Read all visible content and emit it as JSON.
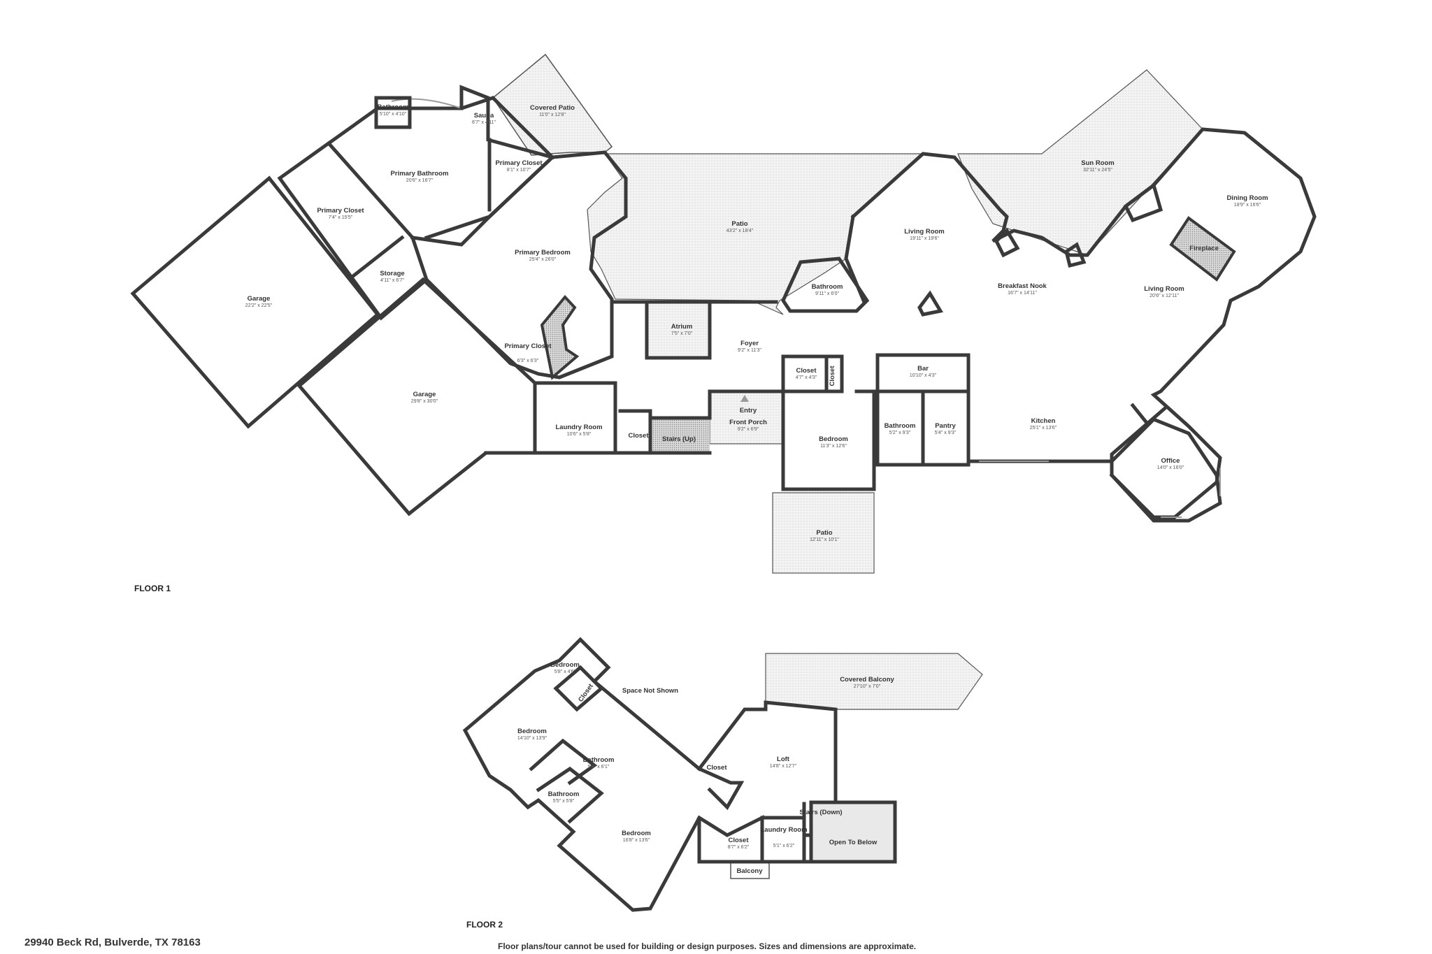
{
  "address": "29940 Beck Rd, Bulverde, TX 78163",
  "disclaimer": "Floor plans/tour cannot be used for building or design purposes. Sizes and dimensions are approximate.",
  "floors": [
    {
      "label": "FLOOR 1",
      "rooms": [
        {
          "name": "Bathroom",
          "dims": "5'10\" x 4'10\""
        },
        {
          "name": "Sauna",
          "dims": "6'7\" x 4'11\""
        },
        {
          "name": "Covered Patio",
          "dims": "11'0\" x 12'8\""
        },
        {
          "name": "Primary Closet",
          "dims": "8'1\" x 10'7\""
        },
        {
          "name": "Primary Bathroom",
          "dims": "20'6\" x 16'7\""
        },
        {
          "name": "Primary Closet",
          "dims": "7'4\" x 15'5\""
        },
        {
          "name": "Storage",
          "dims": "4'11\" x 6'7\""
        },
        {
          "name": "Garage",
          "dims": "22'2\" x 22'5\""
        },
        {
          "name": "Primary Bedroom",
          "dims": "25'4\" x 26'0\""
        },
        {
          "name": "Primary Closet",
          "dims": "6'3\" x 6'3\""
        },
        {
          "name": "Garage",
          "dims": "29'8\" x 30'0\""
        },
        {
          "name": "Patio",
          "dims": "43'2\" x 18'4\""
        },
        {
          "name": "Atrium",
          "dims": "7'5\" x 7'0\""
        },
        {
          "name": "Foyer",
          "dims": "9'2\" x 11'3\""
        },
        {
          "name": "Laundry Room",
          "dims": "10'6\" x 5'8\""
        },
        {
          "name": "Closet",
          "dims": ""
        },
        {
          "name": "Stairs (Up)",
          "dims": ""
        },
        {
          "name": "Entry",
          "dims": ""
        },
        {
          "name": "Front Porch",
          "dims": "9'2\" x 6'9\""
        },
        {
          "name": "Bathroom",
          "dims": "9'11\" x 6'0\""
        },
        {
          "name": "Closet",
          "dims": "4'7\" x 4'3\""
        },
        {
          "name": "Closet",
          "dims": ""
        },
        {
          "name": "Bedroom",
          "dims": "11'3\" x 12'6\""
        },
        {
          "name": "Patio",
          "dims": "12'11\" x 10'1\""
        },
        {
          "name": "Bar",
          "dims": "10'10\" x 4'3\""
        },
        {
          "name": "Bathroom",
          "dims": "5'2\" x 9'3\""
        },
        {
          "name": "Pantry",
          "dims": "5'4\" x 9'3\""
        },
        {
          "name": "Living Room",
          "dims": "19'11\" x 19'6\""
        },
        {
          "name": "Breakfast Nook",
          "dims": "16'7\" x 14'11\""
        },
        {
          "name": "Sun Room",
          "dims": "32'11\" x 24'5\""
        },
        {
          "name": "Dining Room",
          "dims": "18'9\" x 16'6\""
        },
        {
          "name": "Fireplace",
          "dims": ""
        },
        {
          "name": "Living Room",
          "dims": "20'6\" x 12'11\""
        },
        {
          "name": "Kitchen",
          "dims": "25'1\" x 13'6\""
        },
        {
          "name": "Office",
          "dims": "14'0\" x 16'0\""
        }
      ]
    },
    {
      "label": "FLOOR 2",
      "rooms": [
        {
          "name": "Bedroom",
          "dims": "5'8\" x 4'6\""
        },
        {
          "name": "Closet",
          "dims": ""
        },
        {
          "name": "Space Not Shown",
          "dims": ""
        },
        {
          "name": "Covered Balcony",
          "dims": "27'10\" x 7'0\""
        },
        {
          "name": "Bedroom",
          "dims": "14'10\" x 13'9\""
        },
        {
          "name": "Bathroom",
          "dims": "5'4\" x 6'1\""
        },
        {
          "name": "Bathroom",
          "dims": "5'5\" x 5'8\""
        },
        {
          "name": "Closet",
          "dims": ""
        },
        {
          "name": "Loft",
          "dims": "14'8\" x 12'7\""
        },
        {
          "name": "Stairs (Down)",
          "dims": ""
        },
        {
          "name": "Bedroom",
          "dims": "16'8\" x 13'6\""
        },
        {
          "name": "Closet",
          "dims": "8'7\" x 6'2\""
        },
        {
          "name": "Laundry Room",
          "dims": "5'1\" x 6'2\""
        },
        {
          "name": "Open To Below",
          "dims": ""
        },
        {
          "name": "Balcony",
          "dims": ""
        }
      ]
    }
  ]
}
